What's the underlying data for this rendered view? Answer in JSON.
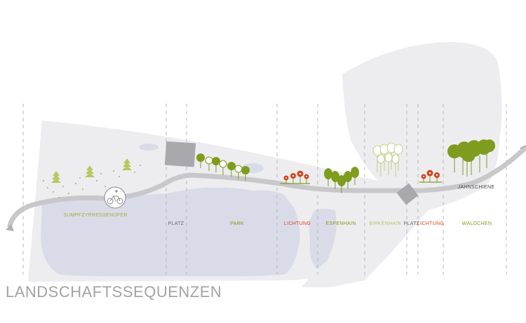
{
  "title": "LANDSCHAFTSSEQUENZEN",
  "colors": {
    "background": "#ffffff",
    "land": "#ededf0",
    "water": "#d9dbe8",
    "path": "#c8c8cb",
    "divider": "#b9b9bc",
    "tree": "#7f9c1e",
    "birch": "#ffffff",
    "flower": "#d8421c",
    "neutral_label": "#6a6a6a",
    "title": "#a3a3a3"
  },
  "labels": {
    "sumpfzypressenufer": "SUMPFZYPRESSENUFER",
    "platz_1": "PLATZ",
    "park": "PARK",
    "lichtung_1": "LICHTUNG",
    "espenhain": "ESPENHAIN",
    "birkenhain": "BIRKENHAIN",
    "platz_2": "PLATZ",
    "lichtung_2": "LICHTUNG",
    "waeldchen": "WÄLDCHEN",
    "jahnschiene": "JAHNSCHIENE"
  },
  "label_colors": {
    "sumpfzypressenufer": "#9cb33a",
    "platz": "#6a6a6a",
    "park": "#7f9c1e",
    "lichtung": "#d8421c",
    "espenhain": "#7f9c1e",
    "birkenhain": "#b7c56a",
    "waeldchen": "#7f9c1e",
    "jahnschiene": "#4a4a4a"
  },
  "icons": [
    "bicycle-icon",
    "cypress-tree-icon",
    "round-tree-icon",
    "flower-icon",
    "birch-tree-icon",
    "forest-tree-icon"
  ]
}
